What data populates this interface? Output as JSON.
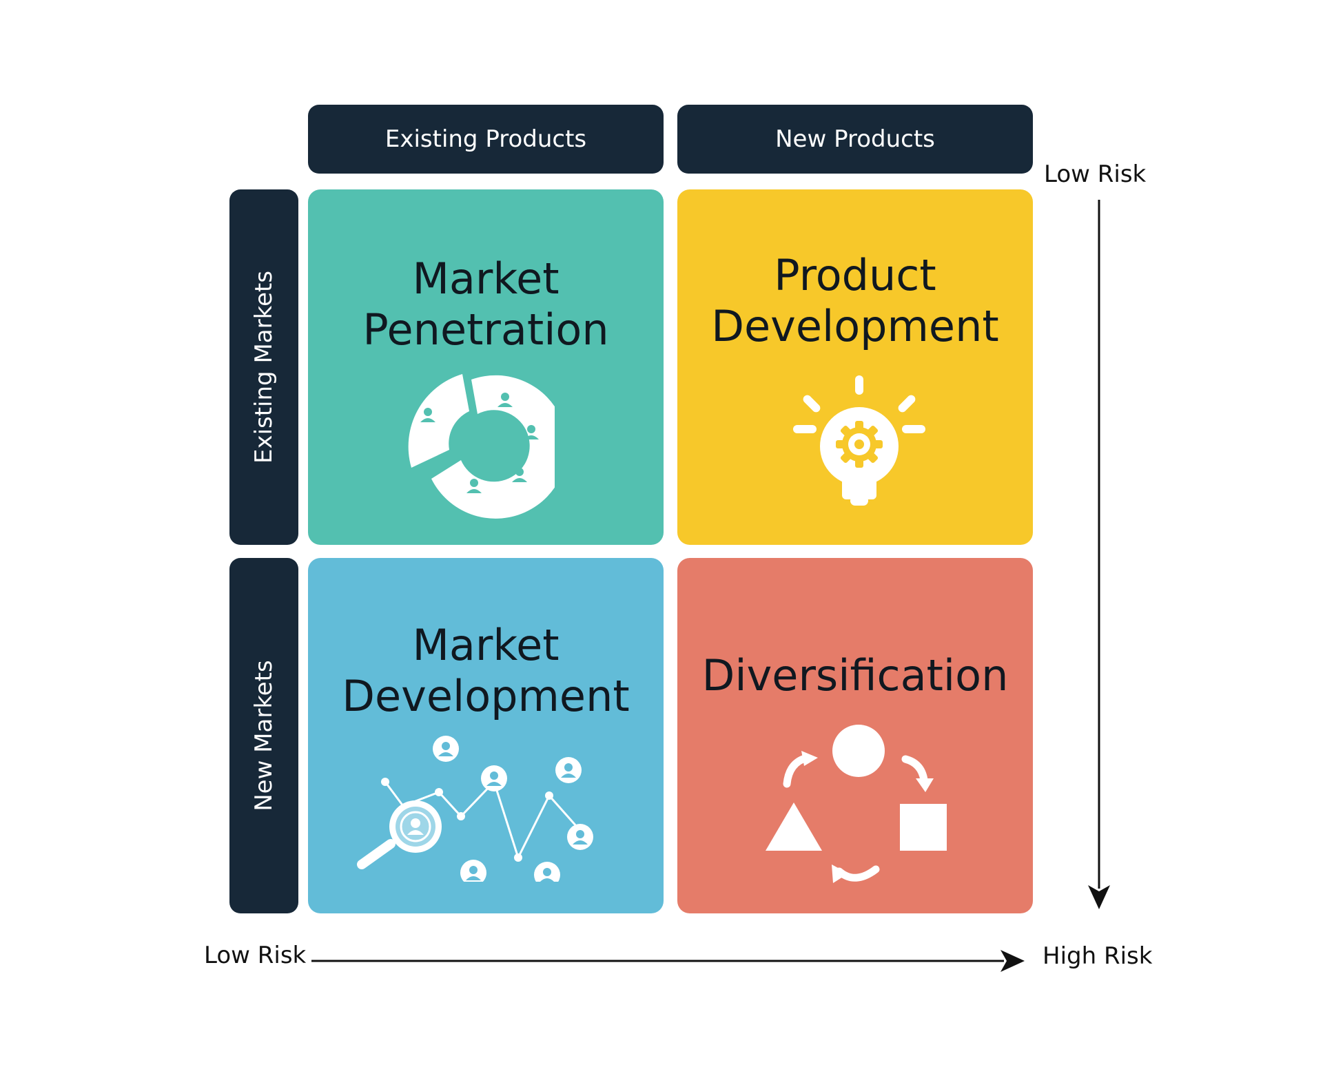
{
  "columns": {
    "existing": "Existing Products",
    "new": "New Products"
  },
  "rows": {
    "existing": "Existing Markets",
    "new": "New Markets"
  },
  "quadrants": {
    "market_penetration": {
      "line1": "Market",
      "line2": "Penetration",
      "color": "#53C0B0",
      "icon": "donut-chart-people-icon"
    },
    "product_development": {
      "line1": "Product",
      "line2": "Development",
      "color": "#F7C82A",
      "icon": "lightbulb-gear-icon"
    },
    "market_development": {
      "line1": "Market",
      "line2": "Development",
      "color": "#62BCD8",
      "icon": "search-network-people-icon"
    },
    "diversification": {
      "line1": "Diversification",
      "color": "#E57C69",
      "icon": "shapes-cycle-icon"
    }
  },
  "axes": {
    "vertical_top": "Low Risk",
    "horizontal_start": "Low Risk",
    "horizontal_end": "High Risk"
  },
  "colors": {
    "header_dark": "#172838",
    "arrow": "#111111"
  }
}
